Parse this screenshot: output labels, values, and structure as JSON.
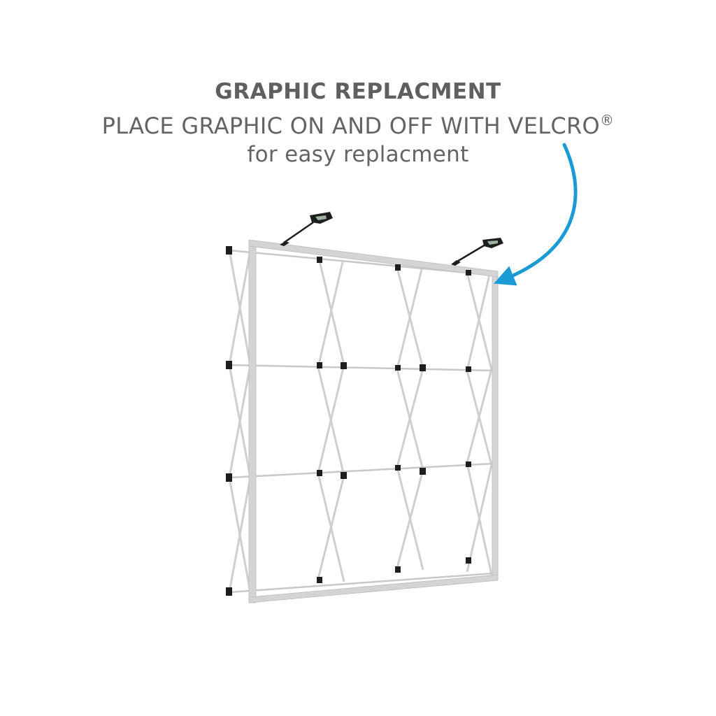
{
  "heading": {
    "title": "GRAPHIC REPLACMENT",
    "subtitle": "PLACE GRAPHIC ON AND OFF  WITH VELCRO",
    "registered_mark": "®",
    "tagline": "for easy replacment"
  },
  "illustration": {
    "subject": "pop-up display frame",
    "frame_color": "#d2d2d2",
    "joint_color": "#1e1e1e",
    "light_count": 2,
    "arrow_color": "#1a9bd4"
  }
}
